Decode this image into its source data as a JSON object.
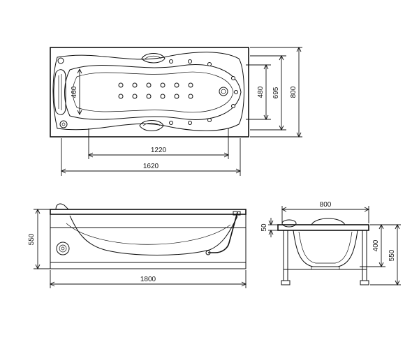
{
  "dimensions": {
    "top_inner_width": "460",
    "top_basin_width": "480",
    "top_outer_width_mid": "695",
    "top_overall_width": "800",
    "top_basin_bottom_length": "1220",
    "top_basin_length": "1620",
    "side_height": "550",
    "side_length": "1800",
    "end_width": "800",
    "end_rim": "50",
    "end_depth": "400",
    "end_height": "550"
  },
  "icons": {
    "headrest": "headrest-icon",
    "control_panel": "control-panel-icon",
    "handle": "grab-handle-icon",
    "drain": "drain-icon"
  }
}
